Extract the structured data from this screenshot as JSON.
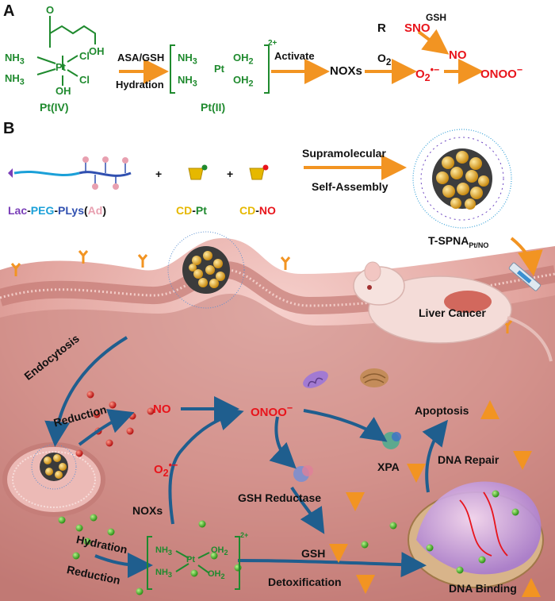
{
  "panel_a": {
    "label": "A",
    "pt4_top": "O",
    "pt4_acid": "OH",
    "pt4_nh3_1": "NH",
    "pt4_nh3_2": "NH",
    "pt4_cl1": "Cl",
    "pt4_cl2": "Cl",
    "pt4_oh": "OH",
    "pt4_center": "Pt",
    "pt4_caption": "Pt(IV)",
    "arrow1_top": "ASA/GSH",
    "arrow1_bottom": "Hydration",
    "pt2_charge": "2+",
    "pt2_caption": "Pt(II)",
    "activate": "Activate",
    "noxs": "NOXs",
    "o2": "O",
    "superoxide": "O",
    "rsno_r": "R",
    "rsno_sno": "SNO",
    "gsh": "GSH",
    "no": "NO",
    "onoo": "ONOO"
  },
  "panel_b": {
    "label": "B",
    "polymer_lac": "Lac",
    "polymer_peg": "PEG",
    "polymer_plys": "PLys",
    "polymer_ad": "Ad",
    "plus1": "+",
    "plus2": "+",
    "cd_pt_cd": "CD",
    "cd_pt_pt": "Pt",
    "cd_no_cd": "CD",
    "cd_no_no": "NO",
    "assembly_top": "Supramolecular",
    "assembly_bottom": "Self-Assembly",
    "tspna_main": "T-SPNA",
    "tspna_sub": "Pt/NO",
    "liver_cancer": "Liver Cancer",
    "endocytosis": "Endocytosis",
    "reduction_top": "Reduction",
    "no_label": "NO",
    "onoo_label": "ONOO",
    "superoxide_label": "O",
    "noxs_label": "NOXs",
    "gsh_reductase": "GSH Reductase",
    "xpa": "XPA",
    "apoptosis": "Apoptosis",
    "dna_repair": "DNA Repair",
    "hydration": "Hydration",
    "reduction_bottom": "Reduction",
    "gsh_label": "GSH",
    "detoxification": "Detoxification",
    "dna_binding": "DNA Binding"
  },
  "colors": {
    "green": "#1f8a2e",
    "red": "#e8141b",
    "orange": "#f29422",
    "blue_arrow": "#1f5e8e",
    "cell_pink": "#e9a5a0",
    "cell_inner": "#c97872",
    "purple": "#7a3fb8",
    "cyan": "#1ba0d8",
    "pink_ad": "#e8a0b0",
    "yellow_cd": "#e6b800"
  }
}
